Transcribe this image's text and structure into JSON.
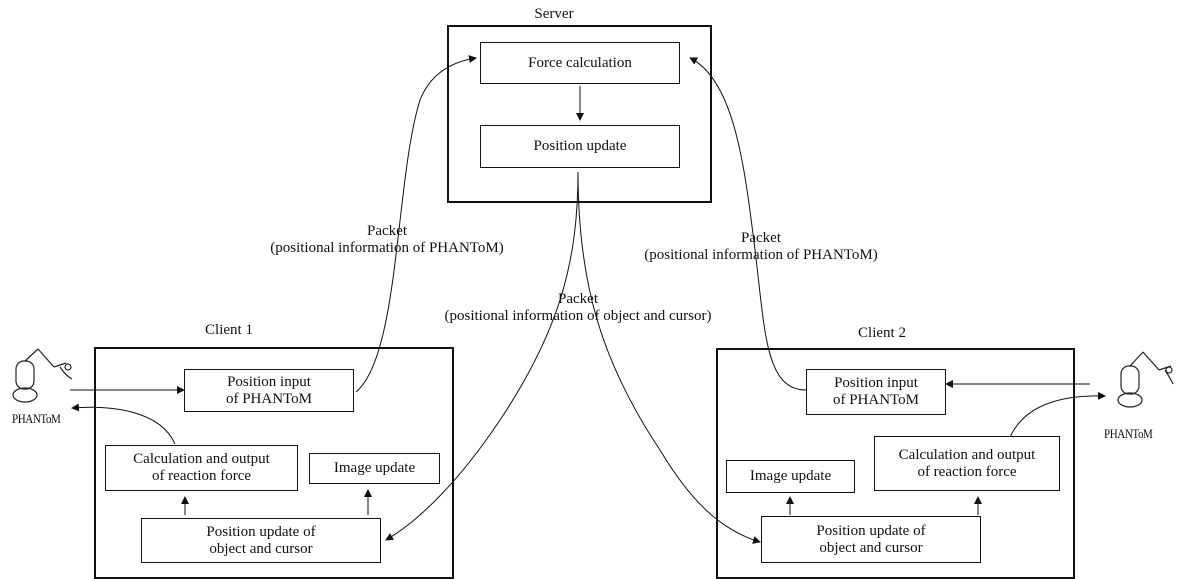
{
  "server": {
    "title": "Server",
    "force_calc": "Force calculation",
    "position_update": "Position update"
  },
  "client1": {
    "title": "Client 1",
    "position_input": "Position input\nof PHANToM",
    "calc_output": "Calculation and output\nof reaction force",
    "image_update": "Image update",
    "position_update": "Position update of\nobject and cursor"
  },
  "client2": {
    "title": "Client 2",
    "position_input": "Position input\nof PHANToM",
    "calc_output": "Calculation and output\nof reaction force",
    "image_update": "Image update",
    "position_update": "Position update of\nobject and cursor"
  },
  "packets": {
    "left": "Packet\n(positional information of PHANToM)",
    "right": "Packet\n(positional information of PHANToM)",
    "middle": "Packet\n(positional information of object and cursor)"
  },
  "devices": {
    "left_label": "PHANToM",
    "right_label": "PHANToM",
    "icon": "haptic-device-icon"
  }
}
